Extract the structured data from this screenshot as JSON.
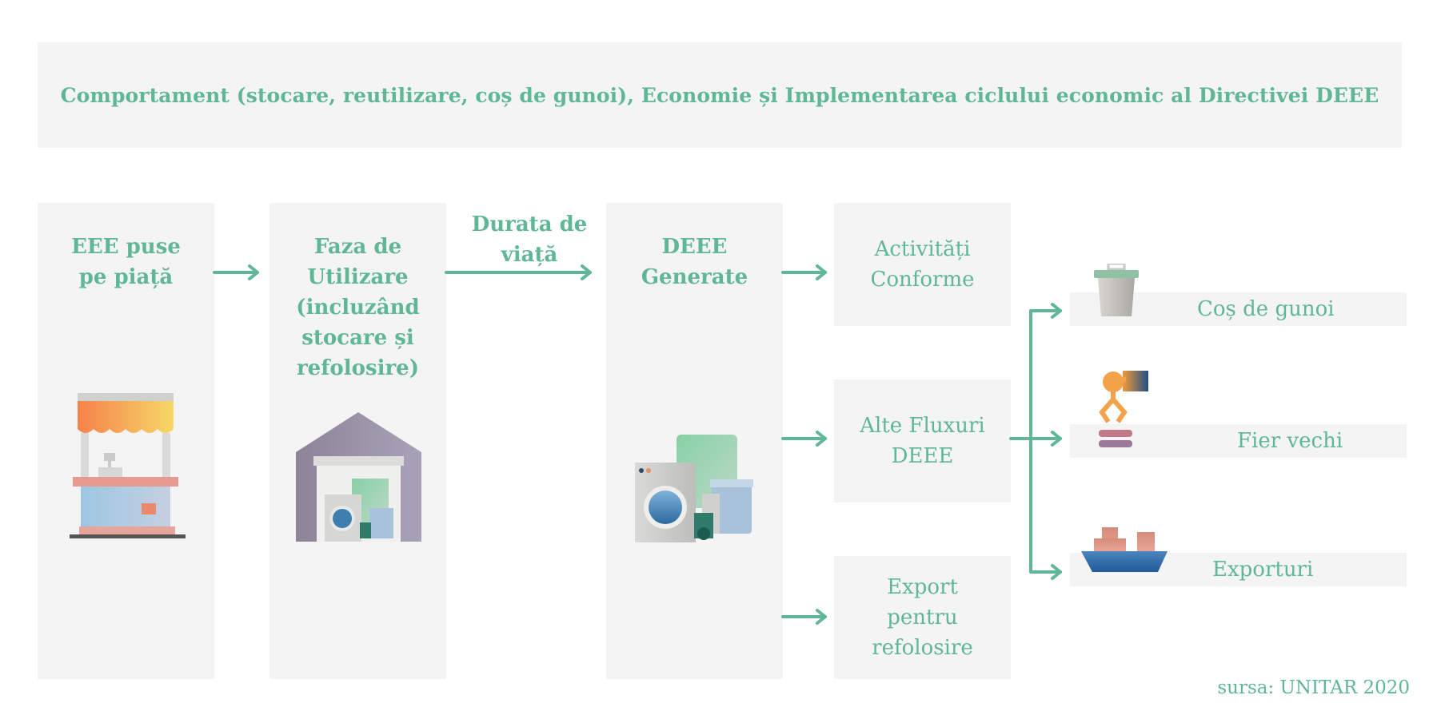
{
  "title": "Comportament (stocare, reutilizare, coș de gunoi), Economie și Implementarea ciclului economic al Directivei DEEE",
  "stages": {
    "market": "EEE puse\npe piață",
    "use": "Faza de\nUtilizare\n(incluzând\nstocare și\nrefolosire)",
    "lifespan": "Durata de\nviață",
    "generated": "DEEE\nGenerate"
  },
  "flows": {
    "compliant": "Activități\nConforme",
    "other": "Alte Fluxuri\nDEEE",
    "export_reuse": "Export\npentru\nrefolosire"
  },
  "outcomes": {
    "bin": "Coș de gunoi",
    "scrap": "Fier vechi",
    "exports": "Exporturi"
  },
  "source": "sursa: UNITAR 2020",
  "colors": {
    "accent": "#5fb796",
    "panel": "#f3f4f3"
  },
  "icons": [
    "market-stall-icon",
    "house-appliances-icon",
    "appliances-icon",
    "trash-bin-icon",
    "scrap-crane-icon",
    "cargo-ship-icon"
  ]
}
